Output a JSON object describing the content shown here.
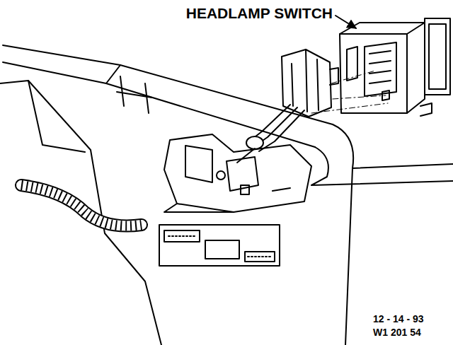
{
  "diagram": {
    "labels": [
      "HEADLAMP SWITCH",
      "12 - 14 - 93",
      "W1 201 54"
    ]
  }
}
